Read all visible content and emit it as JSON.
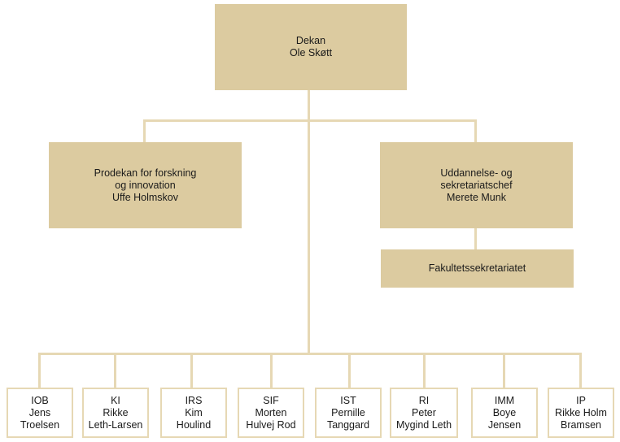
{
  "dean": {
    "title": "Dekan",
    "name": "Ole Skøtt"
  },
  "prodean": {
    "line1": "Prodekan for forskning",
    "line2": "og innovation",
    "name": "Uffe Holmskov"
  },
  "admin_head": {
    "line1": "Uddannelse- og",
    "line2": "sekretariatschef",
    "name": "Merete Munk"
  },
  "secretariat": {
    "label": "Fakultetssekretariatet"
  },
  "institutes": [
    {
      "abbr": "IOB",
      "line2": "Jens",
      "line3": "Troelsen"
    },
    {
      "abbr": "KI",
      "line2": "Rikke",
      "line3": "Leth-Larsen"
    },
    {
      "abbr": "IRS",
      "line2": "Kim",
      "line3": "Houlind"
    },
    {
      "abbr": "SIF",
      "line2": "Morten",
      "line3": "Hulvej Rod"
    },
    {
      "abbr": "IST",
      "line2": "Pernille",
      "line3": "Tanggard"
    },
    {
      "abbr": "RI",
      "line2": "Peter",
      "line3": "Mygind Leth"
    },
    {
      "abbr": "IMM",
      "line2": "Boye",
      "line3": "Jensen"
    },
    {
      "abbr": "IP",
      "line2": "Rikke Holm",
      "line3": "Bramsen"
    }
  ]
}
